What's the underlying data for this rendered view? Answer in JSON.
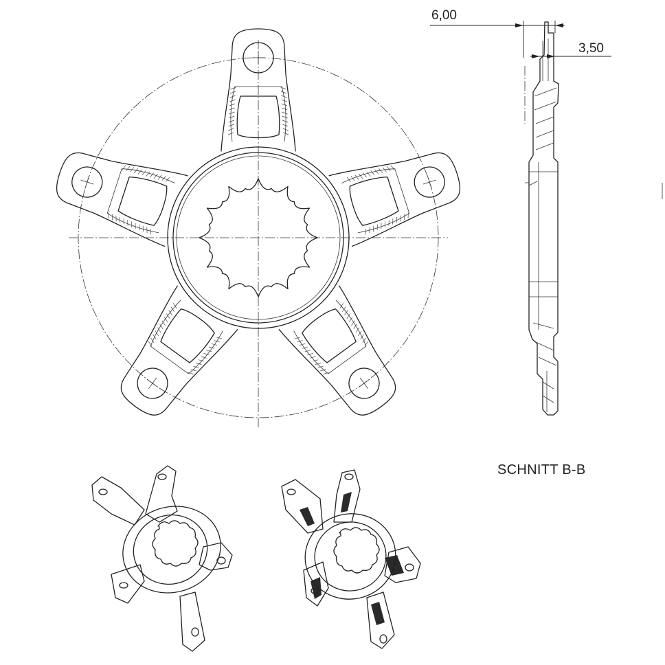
{
  "dimensions": {
    "thickness_total": "6,00",
    "thickness_step": "3,50"
  },
  "section_label": "SCHNITT B-B",
  "views": [
    {
      "name": "front-view",
      "arms": 5
    },
    {
      "name": "section-view"
    },
    {
      "name": "iso-view-plain"
    },
    {
      "name": "iso-view-machined"
    }
  ]
}
